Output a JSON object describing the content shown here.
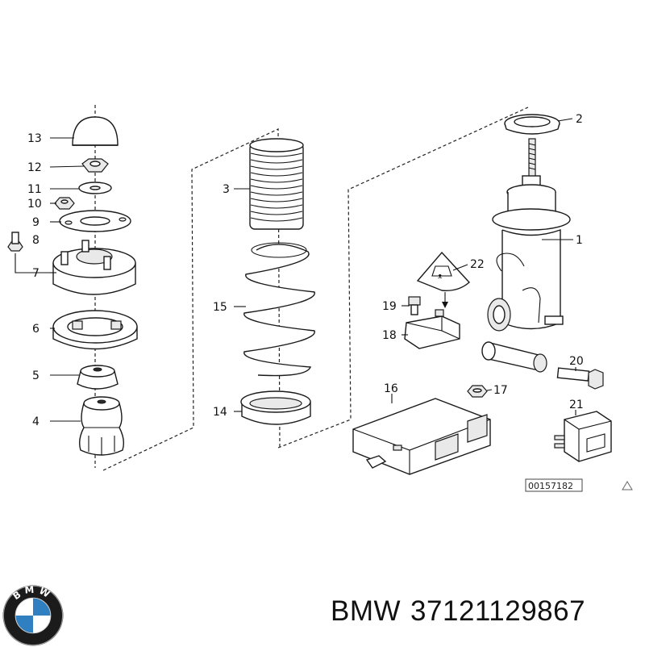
{
  "callouts": {
    "c1": "1",
    "c2": "2",
    "c3": "3",
    "c4": "4",
    "c5": "5",
    "c6": "6",
    "c7": "7",
    "c8": "8",
    "c9": "9",
    "c10": "10",
    "c11": "11",
    "c12": "12",
    "c13": "13",
    "c14": "14",
    "c15": "15",
    "c16": "16",
    "c17": "17",
    "c18": "18",
    "c19": "19",
    "c20": "20",
    "c21": "21",
    "c22": "22"
  },
  "reference_number": "00157182",
  "brand": "BMW",
  "part_number": "37121129867",
  "logo_letters": "BMW",
  "colors": {
    "ink": "#111111",
    "logo_blue": "#2f7fc1",
    "logo_ring": "#1b1b1b"
  }
}
